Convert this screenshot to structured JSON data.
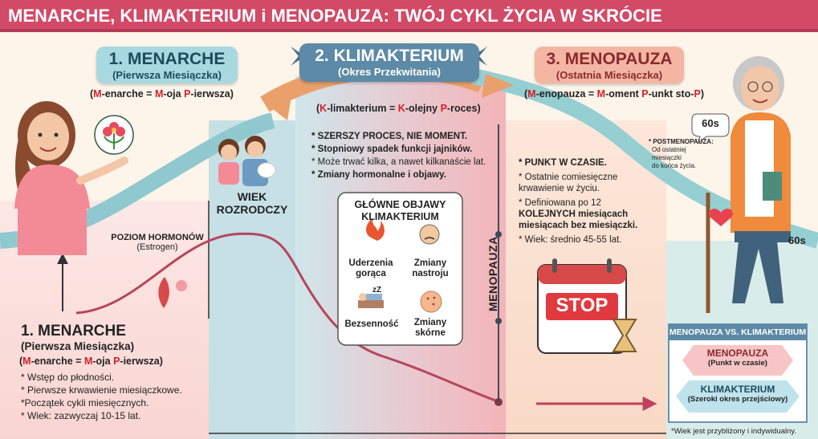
{
  "title": "MENARCHE, KLIMAKTERIUM i MENOPAUZA: TWÓJ CYKL ŻYCIA W SKRÓCIE",
  "menarche_tag": {
    "title": "1. MENARCHE",
    "subtitle": "(Pierwsza Miesiączka)"
  },
  "menarche_mnemonic": [
    {
      "t": "(",
      "red": false
    },
    {
      "t": "M",
      "red": true
    },
    {
      "t": "-enarche = ",
      "red": false
    },
    {
      "t": "M",
      "red": true
    },
    {
      "t": "-oja ",
      "red": false
    },
    {
      "t": "P",
      "red": true
    },
    {
      "t": "-ierwsza)",
      "red": false
    }
  ],
  "klimakterium_tag": {
    "title": "2. KLIMAKTERIUM",
    "subtitle": "(Okres Przekwitania)"
  },
  "klimakterium_mnemonic": [
    {
      "t": "(",
      "red": false
    },
    {
      "t": "K",
      "red": true
    },
    {
      "t": "-limakterium = ",
      "red": false
    },
    {
      "t": "K",
      "red": true
    },
    {
      "t": "-olejny ",
      "red": false
    },
    {
      "t": "P",
      "red": true
    },
    {
      "t": "-roces)",
      "red": false
    }
  ],
  "menopauza_tag": {
    "title": "3. MENOPAUZA",
    "subtitle": "(Ostatnia Miesiączka)"
  },
  "menopauza_mnemonic": [
    {
      "t": "(",
      "red": false
    },
    {
      "t": "M",
      "red": true
    },
    {
      "t": "-enopauza = ",
      "red": false
    },
    {
      "t": "M",
      "red": true
    },
    {
      "t": "-oment ",
      "red": false
    },
    {
      "t": "P",
      "red": true
    },
    {
      "t": "-unkt sto-",
      "red": false
    },
    {
      "t": "P",
      "red": true
    },
    {
      "t": ")",
      "red": false
    }
  ],
  "klimakterium_points": [
    {
      "text": "* SZERSZY PROCES, NIE MOMENT.",
      "bold": true
    },
    {
      "text": "* Stopniowy spadek funkcji jajników.",
      "bold": true
    },
    {
      "text": "* Może trwać kilka, a nawet kilkanaście lat.",
      "bold": false
    },
    {
      "text": "* Zmiany hormonalne i objawy.",
      "bold": true
    }
  ],
  "wiek_rozrodczy": [
    "WIEK",
    "ROZRODCZY"
  ],
  "hormone_label": {
    "title": "POZIOM HORMONÓW",
    "subtitle": "(Estrogen)"
  },
  "symptoms": {
    "title": [
      "GŁÓWNE OBJAWY",
      "KLIMAKTERIUM"
    ],
    "items": [
      {
        "label": [
          "Uderzenia",
          "gorąca"
        ],
        "icon": "flame-icon"
      },
      {
        "label": [
          "Zmiany",
          "nastroju"
        ],
        "icon": "mood-face-icon"
      },
      {
        "label": [
          "Bezsenność"
        ],
        "icon": "bed-sleep-icon"
      },
      {
        "label": [
          "Zmiany",
          "skórne"
        ],
        "icon": "skin-icon"
      }
    ]
  },
  "menopauza_vertical": "MENOPAUZA",
  "menopauza_points": [
    {
      "lines": [
        "* PUNKT W CZASIE."
      ],
      "bold": true
    },
    {
      "lines": [
        "* Ostatnie comiesięczne",
        "krwawienie w życiu."
      ],
      "bold": false
    },
    {
      "lines": [
        "* Definiowana po 12",
        "KOLEJNYCH miesiącach",
        "miesiącach bez miesiączki."
      ],
      "bold": false,
      "bold_parts": [
        "12",
        "KOLEJNYCH miesiącach"
      ]
    },
    {
      "lines": [
        "* Wiek: średnio 45-55 lat."
      ],
      "bold": false
    }
  ],
  "stop_label": "STOP",
  "age_60s_bubble": "60s",
  "age_60s_axis": "60s",
  "postmenopauza": {
    "title": "* POSTMENOPAUZA:",
    "text": [
      "Od ostatniej miesiączki",
      "do końca życia."
    ]
  },
  "menarche_bottom": {
    "title": "1. MENARCHE",
    "subtitle": "(Pierwsza Miesiączka)",
    "points": [
      "* Wstęp do płodności.",
      "* Pierwsze krwawienie miesiączkowe.",
      "*Początek cykli miesięcznych.",
      "* Wiek: zazwyczaj 10-15 lat."
    ]
  },
  "comparison": {
    "title": "MENOPAUZA VS. KLIMAKTERIUM",
    "menopauza": {
      "title": "MENOPAUZA",
      "sub": "(Punkt w czasie)"
    },
    "klimakterium": {
      "title": "KLIMAKTERIUM",
      "sub": "(Szeroki okres przejściowy)"
    }
  },
  "footnote": "*Wiek jest przybliżony i indywidualny.",
  "colors": {
    "title_bar": "#d24a66",
    "menarche": "#a9d9e0",
    "klimakterium": "#5d8aa6",
    "menopauza": "#f4b6a2",
    "accent_red": "#d32027",
    "hormone_line": "#b7455f"
  }
}
